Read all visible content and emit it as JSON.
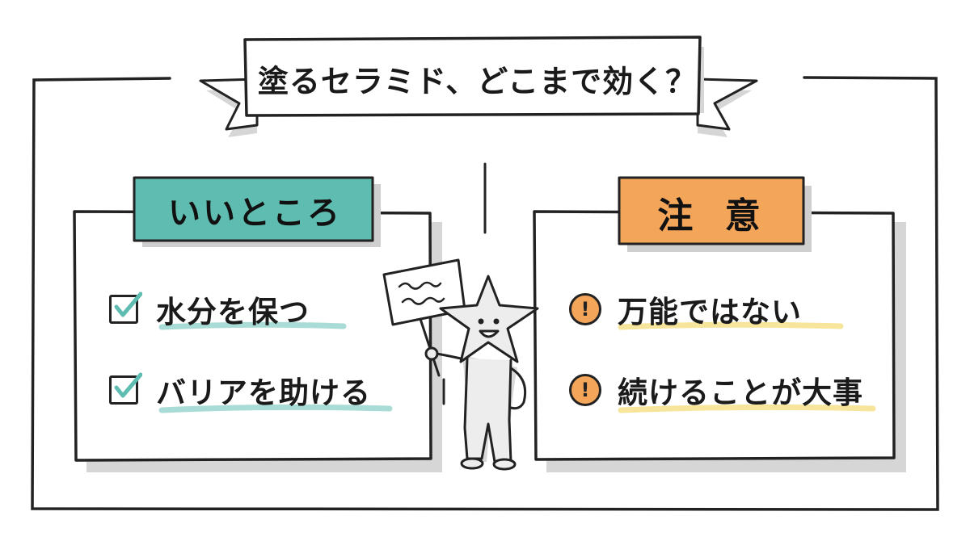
{
  "title": "塗るセラミド、どこまで効く？",
  "good": {
    "heading": "いいところ",
    "color": "#5fbcb0",
    "items": [
      "水分を保つ",
      "バリアを助ける"
    ]
  },
  "caution": {
    "heading": "注 意",
    "color": "#f3a55a",
    "items": [
      "万能ではない",
      "続けることが大事"
    ]
  },
  "icons": {
    "good_item": "checkbox-checked-icon",
    "caution_item": "exclamation-icon",
    "mascot": "star-character-icon"
  },
  "colors": {
    "underline_good": "#a9dcd6",
    "underline_caution": "#f6e59a",
    "ink": "#1a1a1a"
  }
}
